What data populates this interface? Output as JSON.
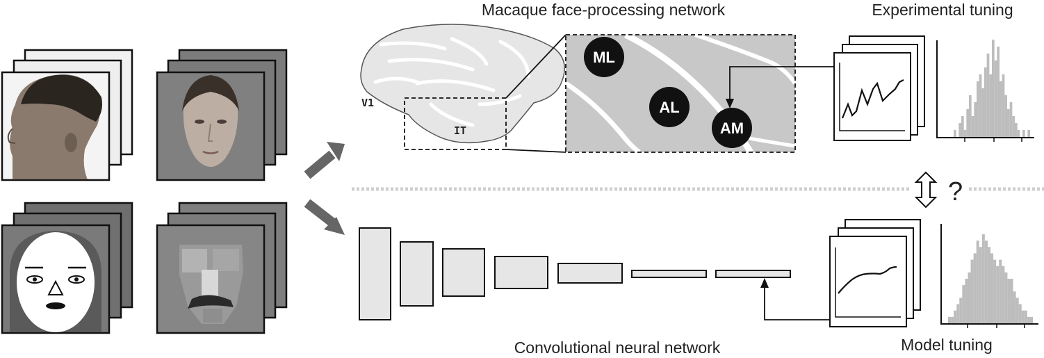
{
  "labels": {
    "brain_title": "Macaque face-processing network",
    "experimental_title": "Experimental tuning",
    "cnn_title": "Convolutional neural network",
    "model_title": "Model tuning",
    "v1": "V1",
    "it": "IT",
    "question": "?"
  },
  "face_patches": [
    "ML",
    "AL",
    "AM"
  ],
  "stimulus_stacks": [
    {
      "name": "photo-profile-face",
      "kind": "photo"
    },
    {
      "name": "photo-frontal-face",
      "kind": "photo"
    },
    {
      "name": "cartoon-face",
      "kind": "cartoon"
    },
    {
      "name": "scrambled-patch-face",
      "kind": "mosaic"
    }
  ],
  "cnn_layer_count": 7,
  "colors": {
    "stroke": "#111111",
    "fill_light": "#e6e6e6",
    "fill_region": "#c8c8c8",
    "patch_fill": "#111111",
    "histogram": "#bdbdbd",
    "arrow": "#666666",
    "divider": "#cfcfcf"
  },
  "histograms": {
    "experimental": [
      1,
      0,
      2,
      3,
      1,
      4,
      6,
      3,
      5,
      8,
      9,
      7,
      10,
      12,
      9,
      14,
      11,
      13,
      8,
      9,
      6,
      4,
      5,
      3,
      2,
      1,
      0,
      1,
      0,
      1
    ],
    "model": [
      1,
      1,
      2,
      3,
      4,
      6,
      7,
      8,
      10,
      11,
      13,
      12,
      14,
      13,
      12,
      11,
      10,
      9,
      10,
      9,
      8,
      7,
      7,
      5,
      4,
      3,
      2,
      2,
      1,
      1
    ]
  }
}
